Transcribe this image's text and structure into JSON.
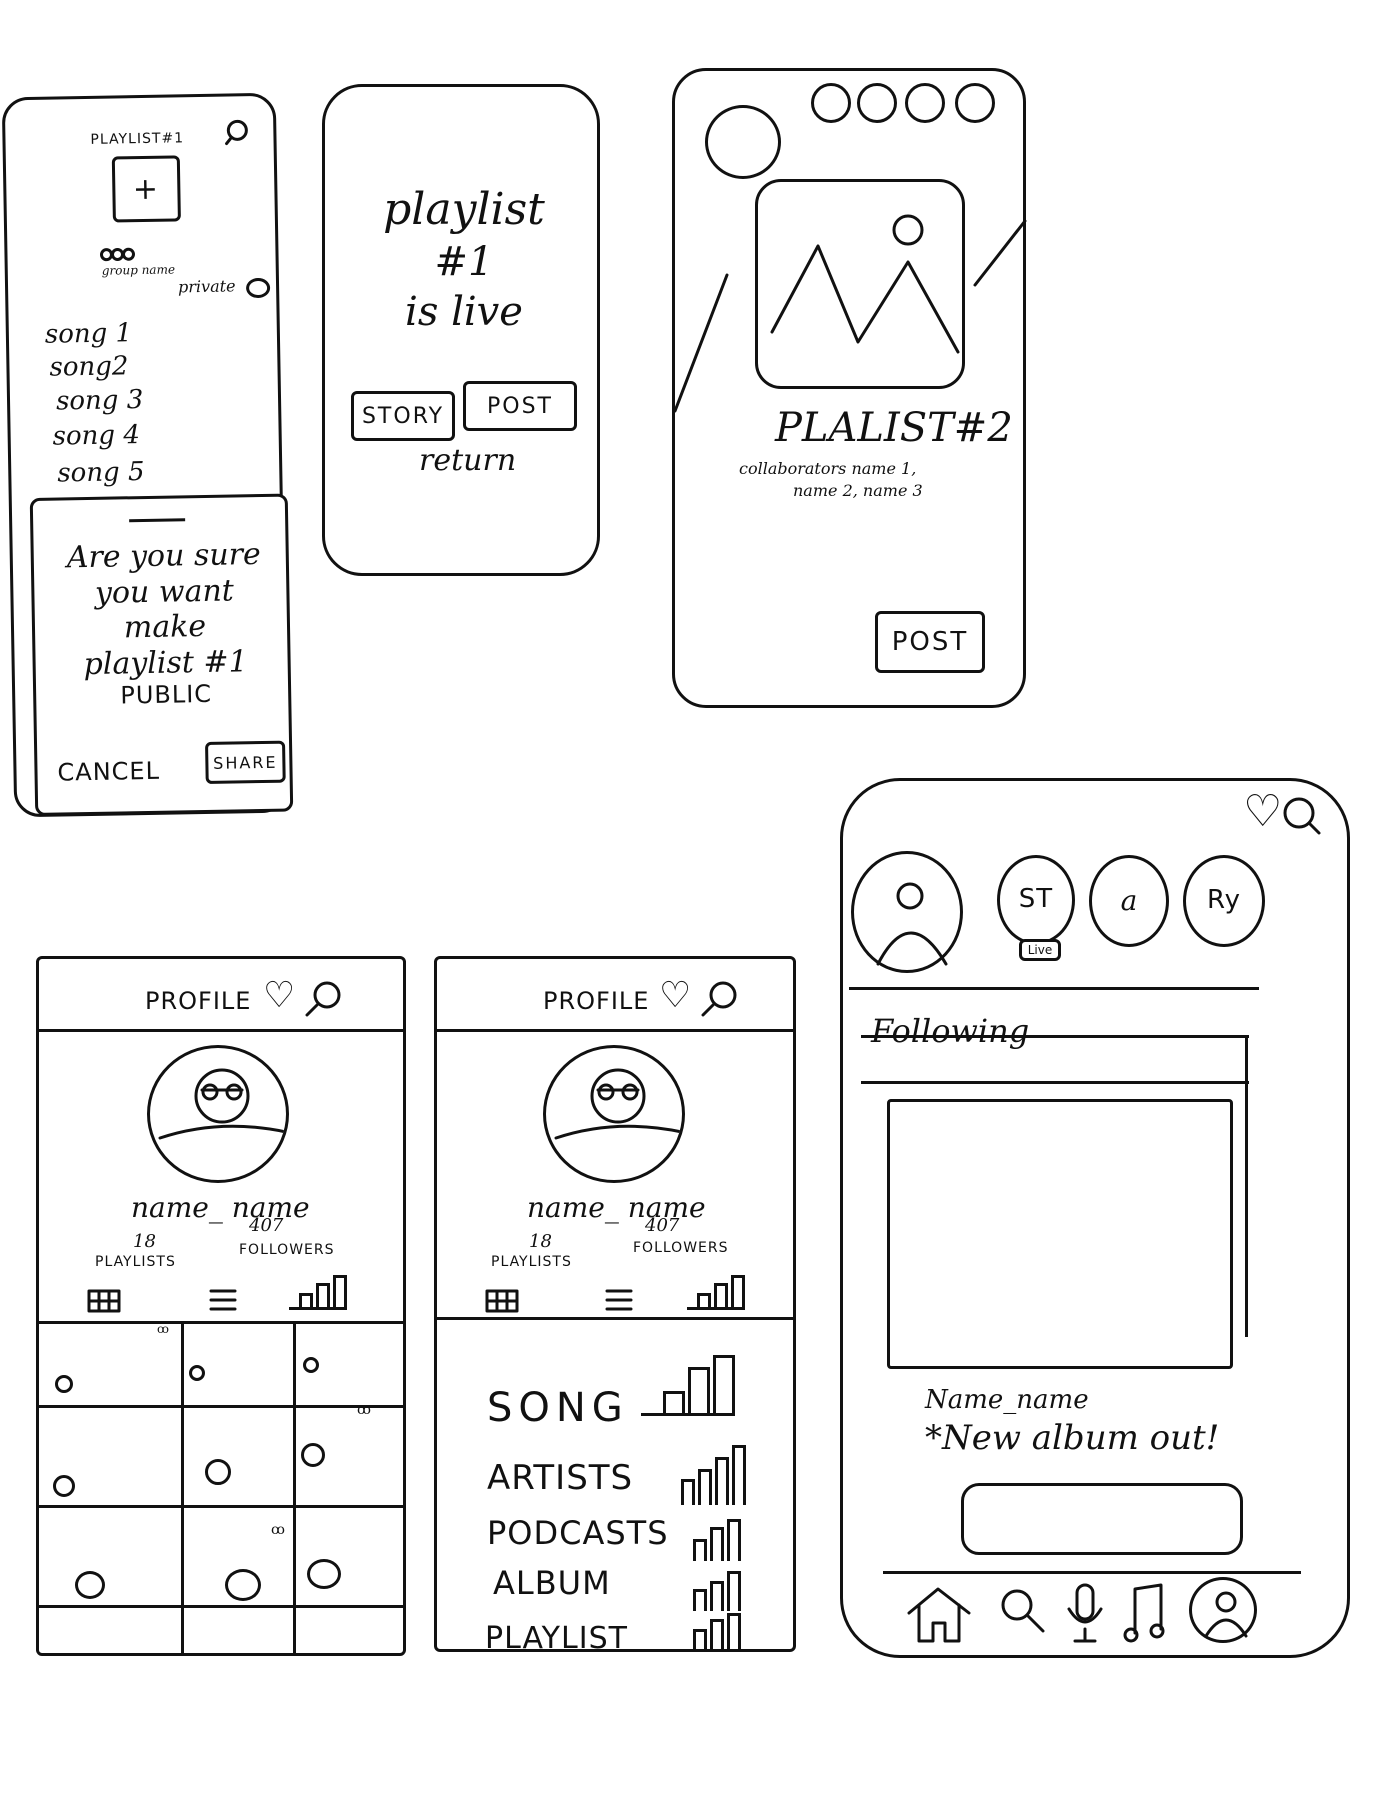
{
  "create_playlist": {
    "title": "PLAYLIST#1",
    "add_symbol": "+",
    "group_name": "group name",
    "private_label": "private",
    "songs": [
      "song 1",
      "song2",
      "song 3",
      "song 4",
      "song 5"
    ],
    "confirm_lines": [
      "Are you sure",
      "you want",
      "make",
      "playlist #1",
      "PUBLIC"
    ],
    "cancel_label": "CANCEL",
    "share_label": "SHARE"
  },
  "live": {
    "lines": [
      "playlist",
      "#1",
      "is live"
    ],
    "story_label": "STORY",
    "post_label": "POST",
    "return_label": "return"
  },
  "playlist_post": {
    "title": "PLALIST#2",
    "collab_line1": "collaborators name 1,",
    "collab_line2": "name 2, name 3",
    "post_label": "POST"
  },
  "profile_grid": {
    "header": "PROFILE",
    "username": "name_ name",
    "playlists_count": "18",
    "playlists_label": "PLAYLISTS",
    "followers_count": "407",
    "followers_label": "FOLLOWERS"
  },
  "profile_stats": {
    "header": "PROFILE",
    "username": "name_ name",
    "playlists_count": "18",
    "playlists_label": "PLAYLISTS",
    "followers_count": "407",
    "followers_label": "FOLLOWERS",
    "categories": [
      "SONG",
      "ARTISTS",
      "PODCASTS",
      "ALBUM",
      "PLAYLIST"
    ]
  },
  "feed": {
    "story_labels": [
      "ST",
      "a",
      "Ry"
    ],
    "live_badge": "Live",
    "section_title": "Following",
    "post_name": "Name_name",
    "post_text": "*New album out!"
  }
}
